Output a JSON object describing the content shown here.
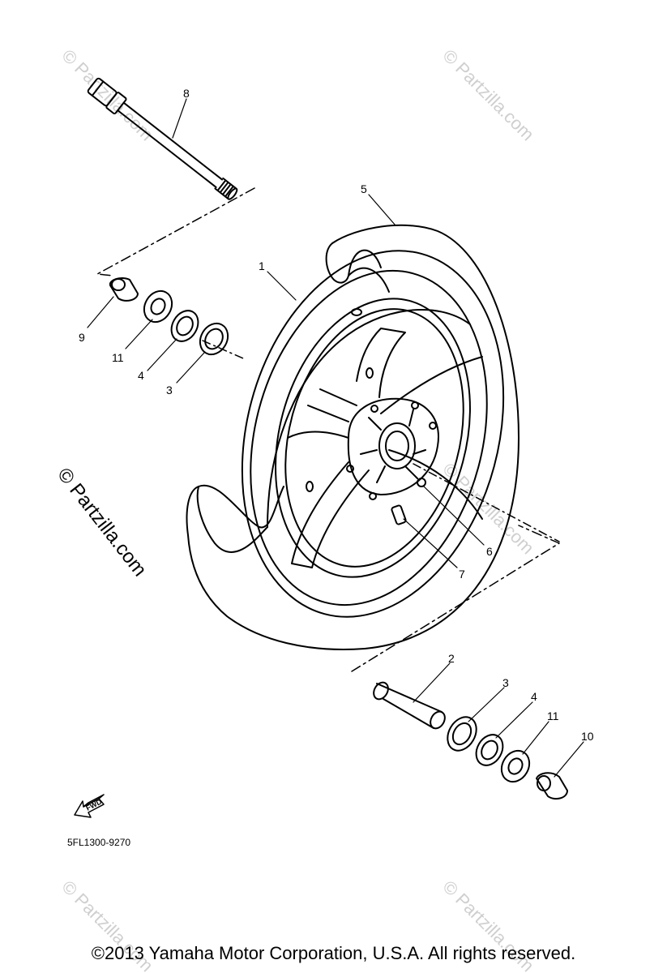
{
  "watermark": {
    "text": "© Partzilla.com",
    "main_text": "© Partzilla.com"
  },
  "fwd_label": "FWD",
  "diagram_code": "5FL1300-9270",
  "copyright": "©2013  Yamaha Motor Corporation, U.S.A. All rights reserved.",
  "callouts": [
    {
      "label": "8"
    },
    {
      "label": "5"
    },
    {
      "label": "1"
    },
    {
      "label": "9"
    },
    {
      "label": "11"
    },
    {
      "label": "4"
    },
    {
      "label": "3"
    },
    {
      "label": "6"
    },
    {
      "label": "7"
    },
    {
      "label": "2"
    },
    {
      "label": "3"
    },
    {
      "label": "4"
    },
    {
      "label": "11"
    },
    {
      "label": "10"
    }
  ]
}
